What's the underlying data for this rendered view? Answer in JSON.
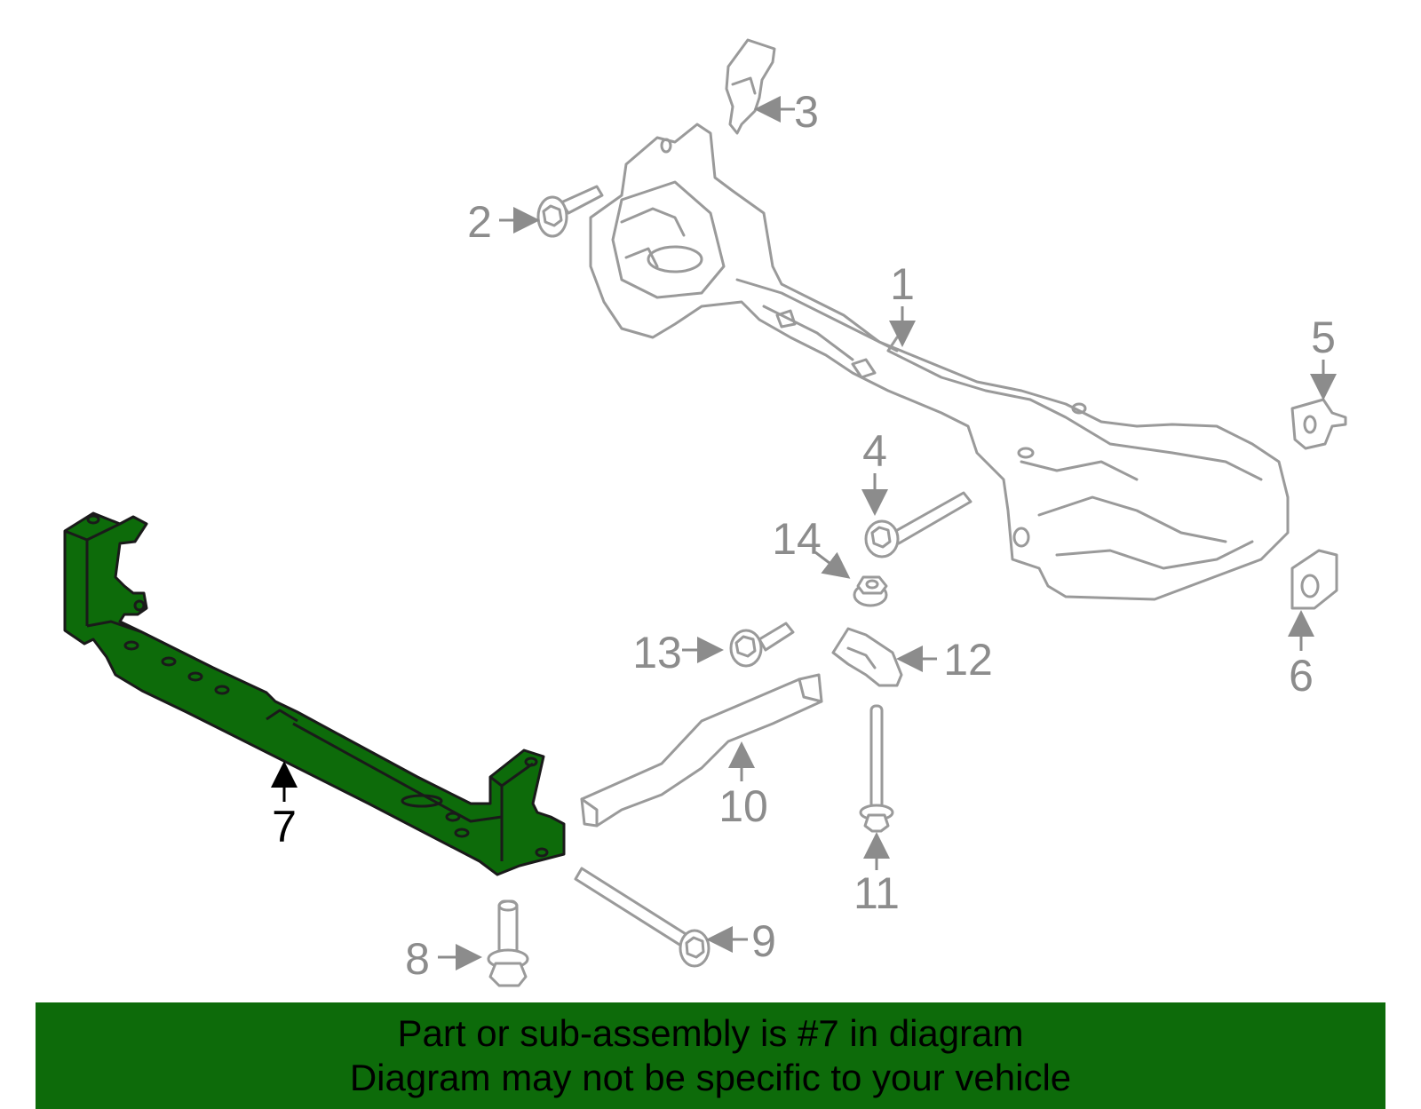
{
  "colors": {
    "highlight_green": "#0d6b0a",
    "banner_green": "#0d6b0a",
    "line_gray": "#9a9a9a",
    "callout_gray": "#8c8c8c",
    "callout_black": "#000000"
  },
  "highlighted_part": "7",
  "callouts": {
    "p1": "1",
    "p2": "2",
    "p3": "3",
    "p4": "4",
    "p5": "5",
    "p6": "6",
    "p7": "7",
    "p8": "8",
    "p9": "9",
    "p10": "10",
    "p11": "11",
    "p12": "12",
    "p13": "13",
    "p14": "14"
  },
  "banner": {
    "line1": "Part or sub-assembly is #7 in diagram",
    "line2": "Diagram may not be specific to your vehicle"
  }
}
